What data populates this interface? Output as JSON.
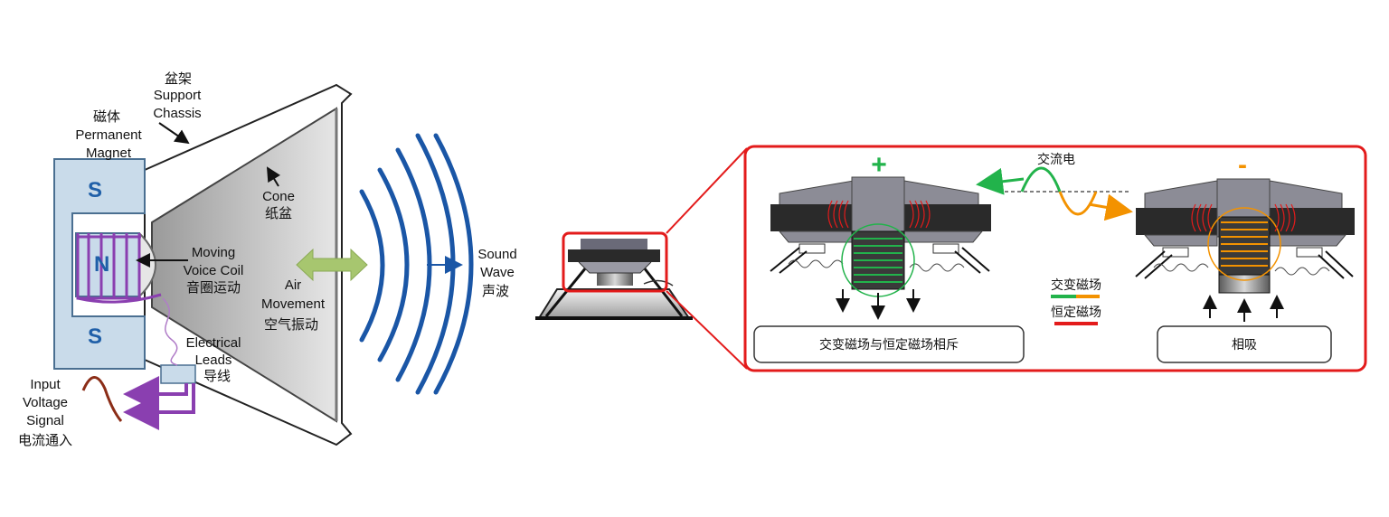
{
  "left_diagram": {
    "chassis": {
      "zh": "盆架",
      "en1": "Support",
      "en2": "Chassis"
    },
    "magnet": {
      "zh": "磁体",
      "en1": "Permanent",
      "en2": "Magnet"
    },
    "pole_top": "S",
    "pole_center": "N",
    "pole_bottom": "S",
    "cone": {
      "en": "Cone",
      "zh": "纸盆"
    },
    "voice_coil": {
      "en1": "Moving",
      "en2": "Voice Coil",
      "zh": "音圈运动"
    },
    "air": {
      "en1": "Air",
      "en2": "Movement",
      "zh": "空气振动"
    },
    "leads": {
      "en1": "Electrical",
      "en2": "Leads",
      "zh": "导线"
    },
    "input": {
      "en1": "Input",
      "en2": "Voltage",
      "en3": "Signal",
      "zh": "电流通入"
    },
    "sound": {
      "en1": "Sound",
      "en2": "Wave",
      "zh": "声波"
    }
  },
  "detail_panel": {
    "plus_sign": "+",
    "minus_sign": "-",
    "ac_label": "交流电",
    "legend_alternating": "交变磁场",
    "legend_constant": "恒定磁场",
    "repel_label": "交变磁场与恒定磁场相斥",
    "attract_label": "相吸"
  },
  "colors": {
    "magnet_blue": "#c9dbea",
    "pole_text": "#1f5fa8",
    "coil_purple": "#8a3fb0",
    "wave_blue": "#1a56a6",
    "arrow_green": "#a7c66f",
    "signal_brown": "#8b2d17",
    "panel_red": "#e31b1b",
    "plus_green": "#22b34b",
    "minus_orange": "#f39200",
    "dark_plate": "#2a2a2a",
    "gray_plate": "#8c8c96"
  }
}
